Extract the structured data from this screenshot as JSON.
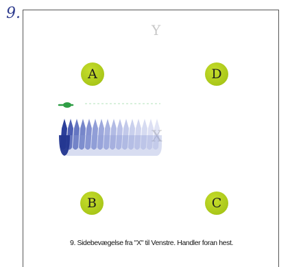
{
  "step_number": "9.",
  "markers": {
    "a": "A",
    "b": "B",
    "c": "C",
    "d": "D"
  },
  "axis_labels": {
    "y": "Y",
    "x": "X"
  },
  "caption": "9. Sidebevægelse fra \"X\" til Venstre. Handler foran hest.",
  "colors": {
    "marker": "#a9c719",
    "horse_dark": "#2b3f9a",
    "horse_light": "#8f9fd8",
    "rider_track": "#3fb55a",
    "frame": "#555555"
  }
}
